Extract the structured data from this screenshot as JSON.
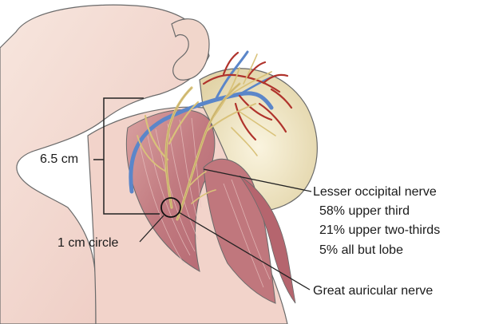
{
  "labels": {
    "measure": "6.5 cm",
    "circle": "1 cm circle",
    "lesser_title": "Lesser occipital nerve",
    "lesser_stats": [
      "58% upper third",
      "21% upper two-thirds",
      "5% all but lobe"
    ],
    "great": "Great auricular nerve"
  },
  "colors": {
    "skin": "#f3dcd2",
    "muscle": "#c9868a",
    "muscle_dark": "#a85a63",
    "scalp": "#efe6c8",
    "nerve": "#e3cf8a",
    "vein": "#5b86c9",
    "artery": "#b0332c",
    "outline": "#555555"
  }
}
